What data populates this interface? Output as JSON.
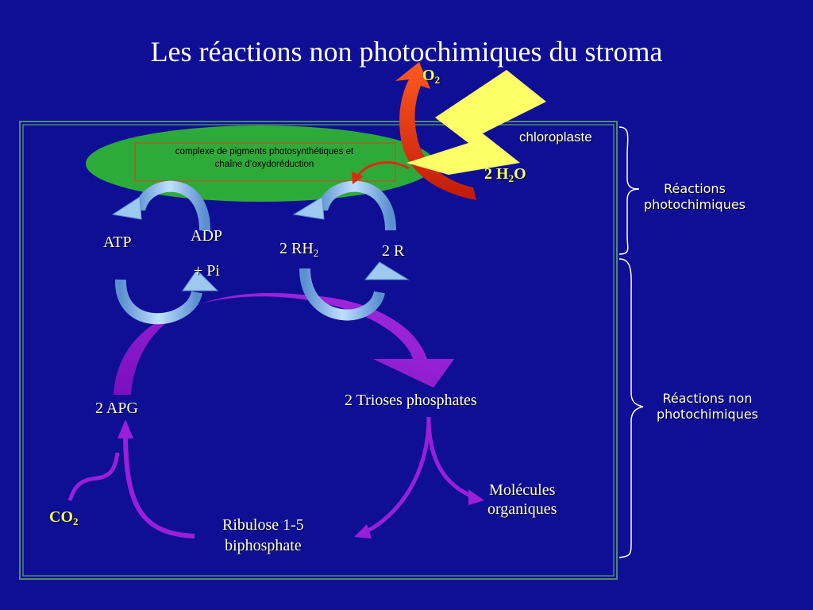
{
  "title": "Les réactions non photochimiques du stroma",
  "chloroplast_label": "chloroplaste",
  "pigment_complex": {
    "line1": "complexe de pigments photosynthétiques et",
    "line2": "chaîne d’oxydoréduction"
  },
  "oxygen": {
    "base": "O",
    "sub": "2"
  },
  "water": {
    "prefix": "2 H",
    "sub": "2",
    "suffix": "O"
  },
  "atp": "ATP",
  "adp": "ADP",
  "pi": "+ Pi",
  "rh2": {
    "base": "2 RH",
    "sub": "2"
  },
  "r": "2 R",
  "apg": "2 APG",
  "trioses": "2 Trioses phosphates",
  "molecules": {
    "line1": "Molécules",
    "line2": "organiques"
  },
  "ribulose": {
    "line1": "Ribulose 1-5",
    "line2": "biphosphate"
  },
  "co2": {
    "base": "CO",
    "sub": "2"
  },
  "brace_photo": {
    "line1": "Réactions",
    "line2": "photochimiques"
  },
  "brace_nonphoto": {
    "line1": "Réactions non",
    "line2": "photochimiques"
  },
  "colors": {
    "background": "#0f0f96",
    "ellipse": "#2eaa3a",
    "purple": "#9a1fd8",
    "light_blue": "#9ec8ee",
    "lightning": "#ffff66",
    "red_arrow": "#e02a10",
    "box_border": "#4f8a6a"
  }
}
